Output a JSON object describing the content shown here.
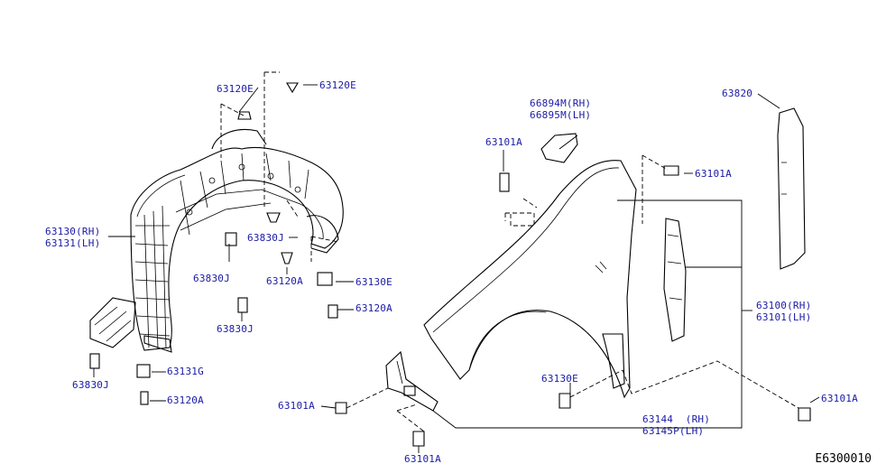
{
  "labels": {
    "p63120E_a": "63120E",
    "p63120E_b": "63120E",
    "p66894M": "66894M(RH)",
    "p66895M": "66895M(LH)",
    "p63820": "63820",
    "p63101A_top": "63101A",
    "p63101A_right": "63101A",
    "p63130RH": "63130(RH)",
    "p63131LH": "63131(LH)",
    "p63830J_a": "63830J",
    "p63830J_b": "63830J",
    "p63830J_c": "63830J",
    "p63830J_d": "63830J",
    "p63120A_a": "63120A",
    "p63120A_b": "63120A",
    "p63120A_c": "63120A",
    "p63130E_a": "63130E",
    "p63130E_b": "63130E",
    "p63100RH": "63100(RH)",
    "p63101LH": "63101(LH)",
    "p63131G": "63131G",
    "p63101A_left": "63101A",
    "p63101A_bottom": "63101A",
    "p63101A_far": "63101A",
    "p63144RH": "63144  (RH)",
    "p63145PLH": "63145P(LH)"
  },
  "diagram_code": "E6300010"
}
